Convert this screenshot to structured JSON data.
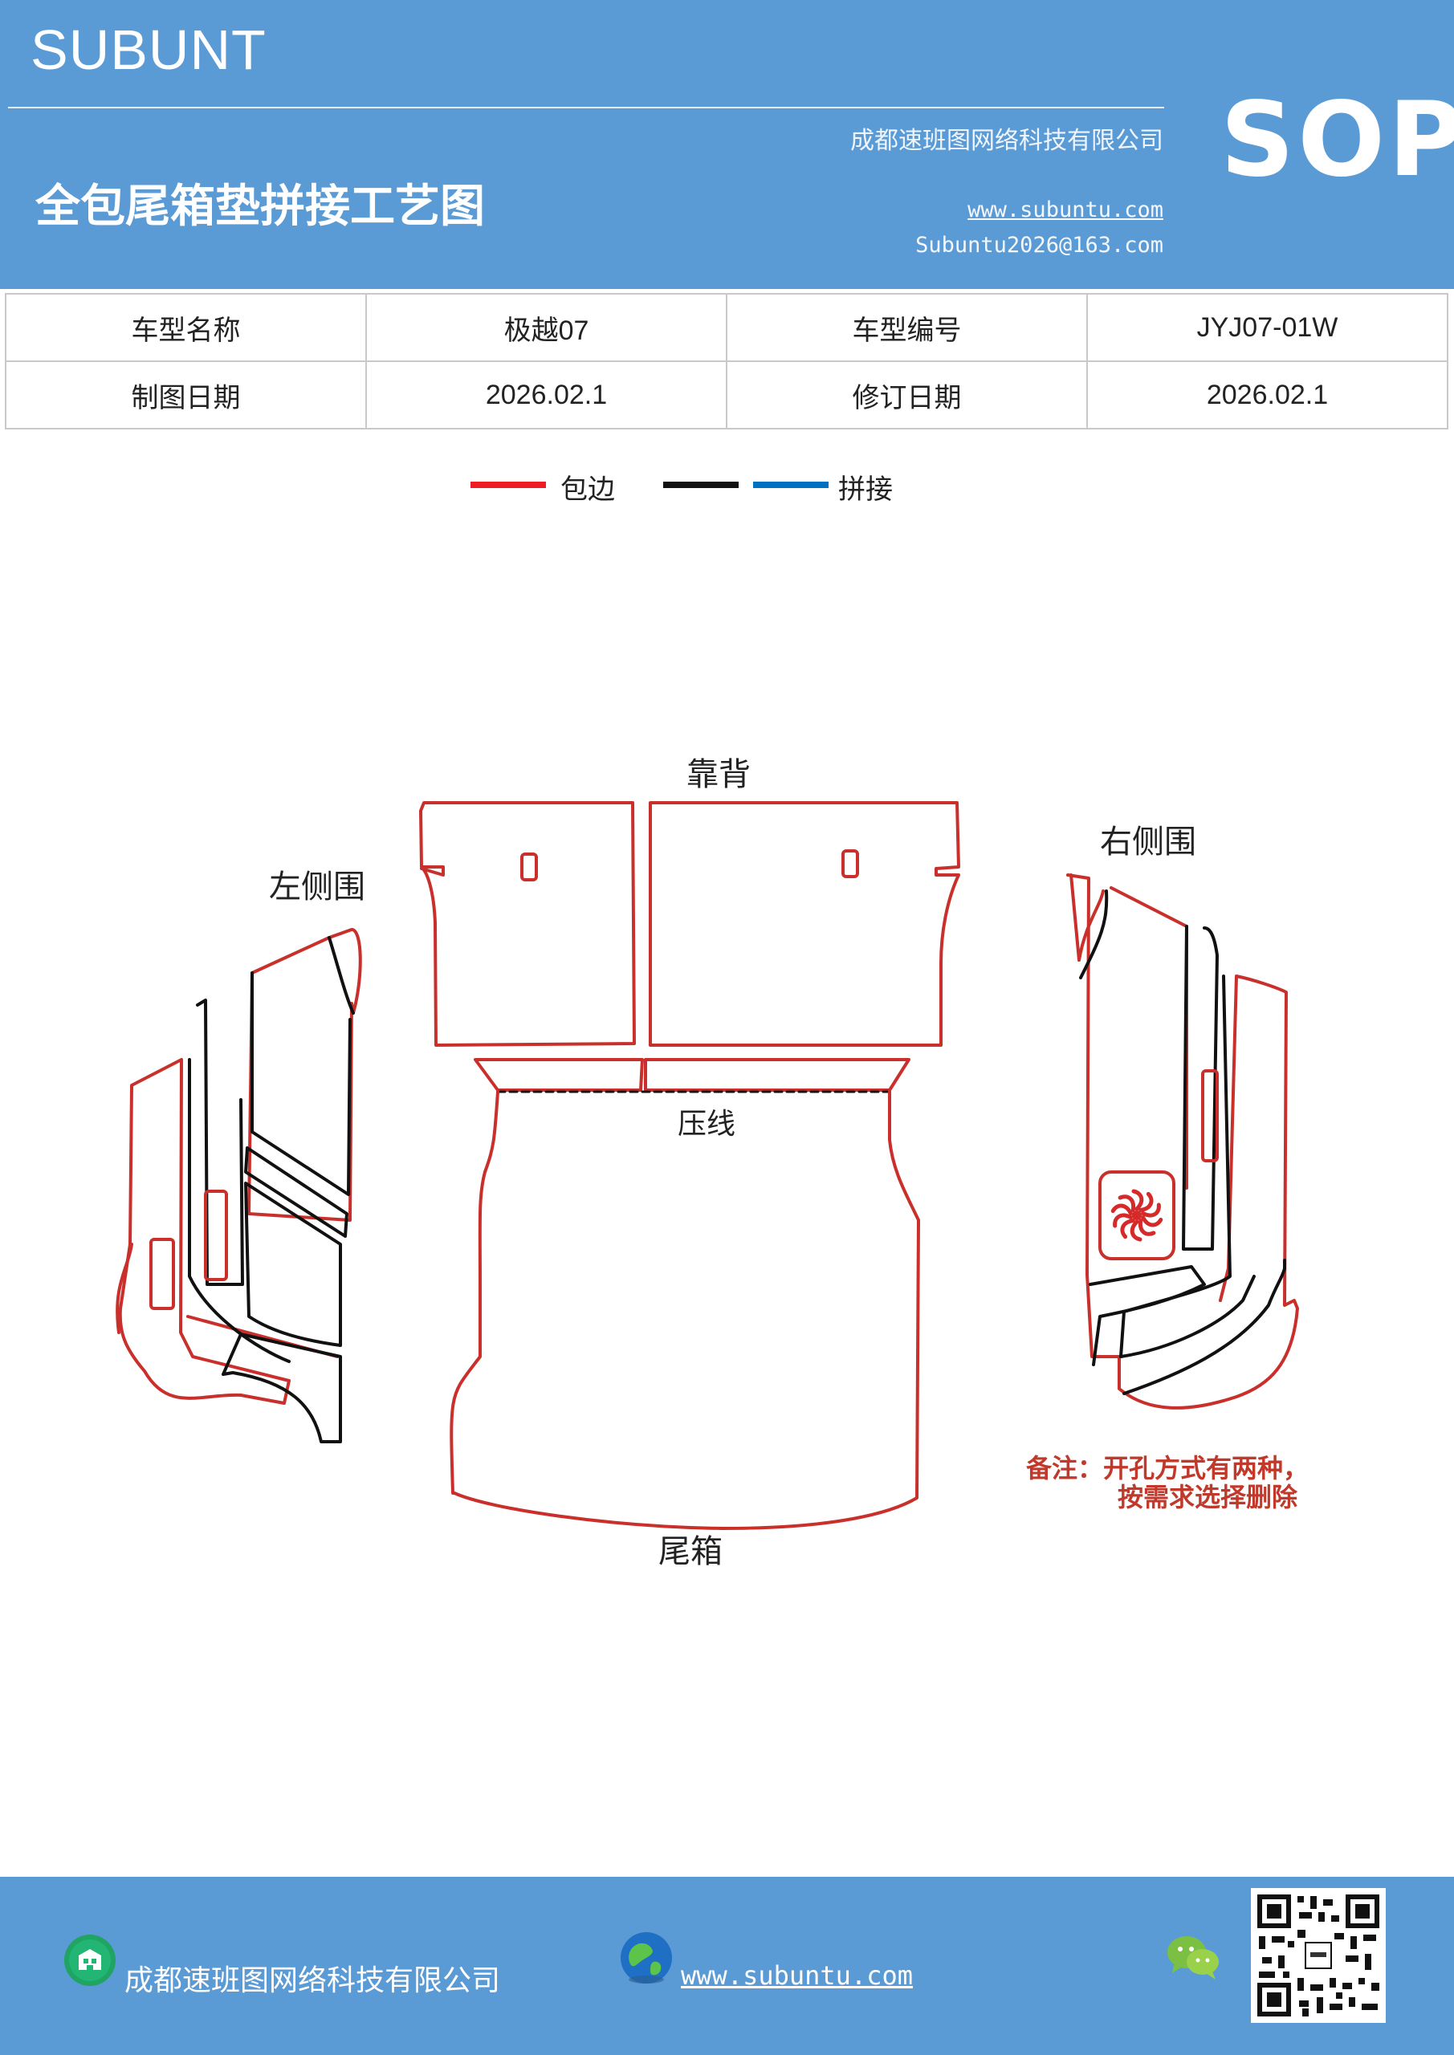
{
  "header": {
    "brand": "SUBUNT",
    "company": "成都速班图网络科技有限公司",
    "title": "全包尾箱垫拼接工艺图",
    "url": "www.subuntu.com",
    "email": "Subuntu2026@163.com",
    "badge": "SOP"
  },
  "info": {
    "row1": [
      "车型名称",
      "极越07",
      "车型编号",
      "JYJ07-01W"
    ],
    "row2": [
      "制图日期",
      "2026.02.1",
      "修订日期",
      "2026.02.1"
    ]
  },
  "legend": {
    "edge_label": "包边",
    "join_label": "拼接",
    "colors": {
      "edge": "#ee1c24",
      "black": "#111111",
      "join": "#0070c0"
    }
  },
  "diagram": {
    "backrest": "靠背",
    "left_side": "左侧围",
    "right_side": "右侧围",
    "crease": "压线",
    "trunk": "尾箱",
    "note_line1": "备注：开孔方式有两种，",
    "note_line2": "按需求选择删除",
    "colors": {
      "outline": "#c9302c",
      "inner": "#111111",
      "note": "#c0392b"
    }
  },
  "footer": {
    "company": "成都速班图网络科技有限公司",
    "url": "www.subuntu.com "
  }
}
